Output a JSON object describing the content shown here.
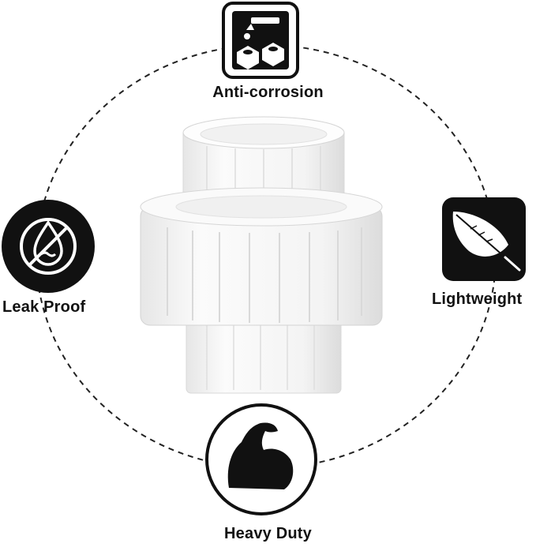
{
  "features": {
    "top": {
      "label": "Anti-corrosion",
      "icon": "anti-corrosion-icon"
    },
    "left": {
      "label": "Leak Proof",
      "icon": "no-water-drop-icon"
    },
    "right": {
      "label": "Lightweight",
      "icon": "feather-icon"
    },
    "bottom": {
      "label": "Heavy Duty",
      "icon": "flexed-arm-icon"
    }
  },
  "colors": {
    "icon_fill": "#111111",
    "product": "#f7f7f7",
    "product_shadow": "#e2e2e2",
    "dashed_ring": "#222222"
  }
}
